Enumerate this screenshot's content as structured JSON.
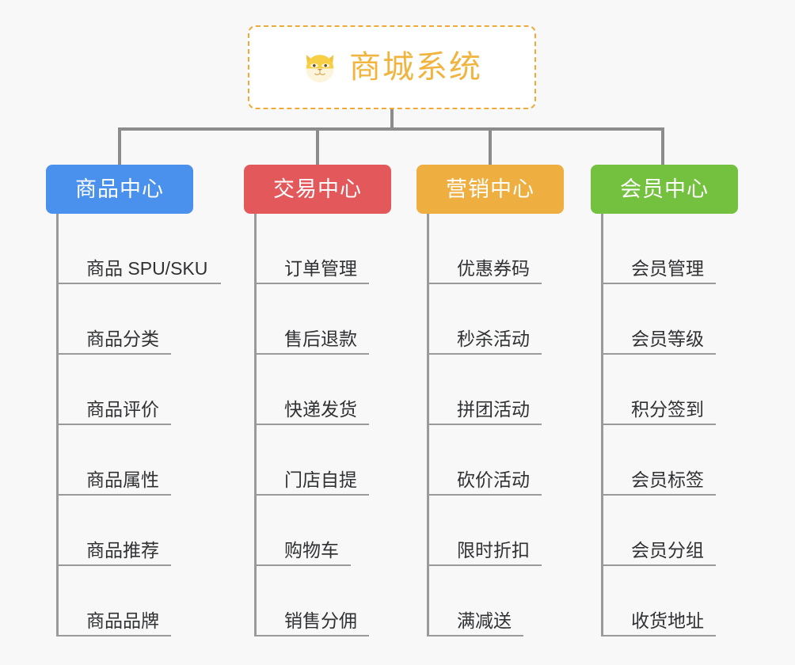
{
  "diagram": {
    "type": "mindmap",
    "background_color": "#f8f8f8",
    "connector_color": "#8c8c8c",
    "leaf_text_color": "#303133"
  },
  "root": {
    "title": "商城系统",
    "icon": "shiba-dog-icon",
    "text_color": "#f0b43f",
    "border_color": "#f0a93a",
    "background_color": "#ffffff"
  },
  "branches": [
    {
      "id": "product-center",
      "label": "商品中心",
      "color": "#4a90ed",
      "leaves": [
        {
          "label": "商品 SPU/SKU",
          "underline_width": 208
        },
        {
          "label": "商品分类",
          "underline_width": 145
        },
        {
          "label": "商品评价",
          "underline_width": 145
        },
        {
          "label": "商品属性",
          "underline_width": 145
        },
        {
          "label": "商品推荐",
          "underline_width": 145
        },
        {
          "label": "商品品牌",
          "underline_width": 145
        }
      ]
    },
    {
      "id": "trade-center",
      "label": "交易中心",
      "color": "#e3595b",
      "leaves": [
        {
          "label": "订单管理",
          "underline_width": 145
        },
        {
          "label": "售后退款",
          "underline_width": 145
        },
        {
          "label": "快递发货",
          "underline_width": 145
        },
        {
          "label": "门店自提",
          "underline_width": 145
        },
        {
          "label": "购物车",
          "underline_width": 122
        },
        {
          "label": "销售分佣",
          "underline_width": 145
        }
      ]
    },
    {
      "id": "marketing-center",
      "label": "营销中心",
      "color": "#eeae40",
      "leaves": [
        {
          "label": "优惠券码",
          "underline_width": 145
        },
        {
          "label": "秒杀活动",
          "underline_width": 145
        },
        {
          "label": "拼团活动",
          "underline_width": 145
        },
        {
          "label": "砍价活动",
          "underline_width": 145
        },
        {
          "label": "限时折扣",
          "underline_width": 145
        },
        {
          "label": "满减送",
          "underline_width": 122
        }
      ]
    },
    {
      "id": "member-center",
      "label": "会员中心",
      "color": "#73c13f",
      "leaves": [
        {
          "label": "会员管理",
          "underline_width": 145
        },
        {
          "label": "会员等级",
          "underline_width": 145
        },
        {
          "label": "积分签到",
          "underline_width": 145
        },
        {
          "label": "会员标签",
          "underline_width": 145
        },
        {
          "label": "会员分组",
          "underline_width": 145
        },
        {
          "label": "收货地址",
          "underline_width": 145
        }
      ]
    }
  ]
}
